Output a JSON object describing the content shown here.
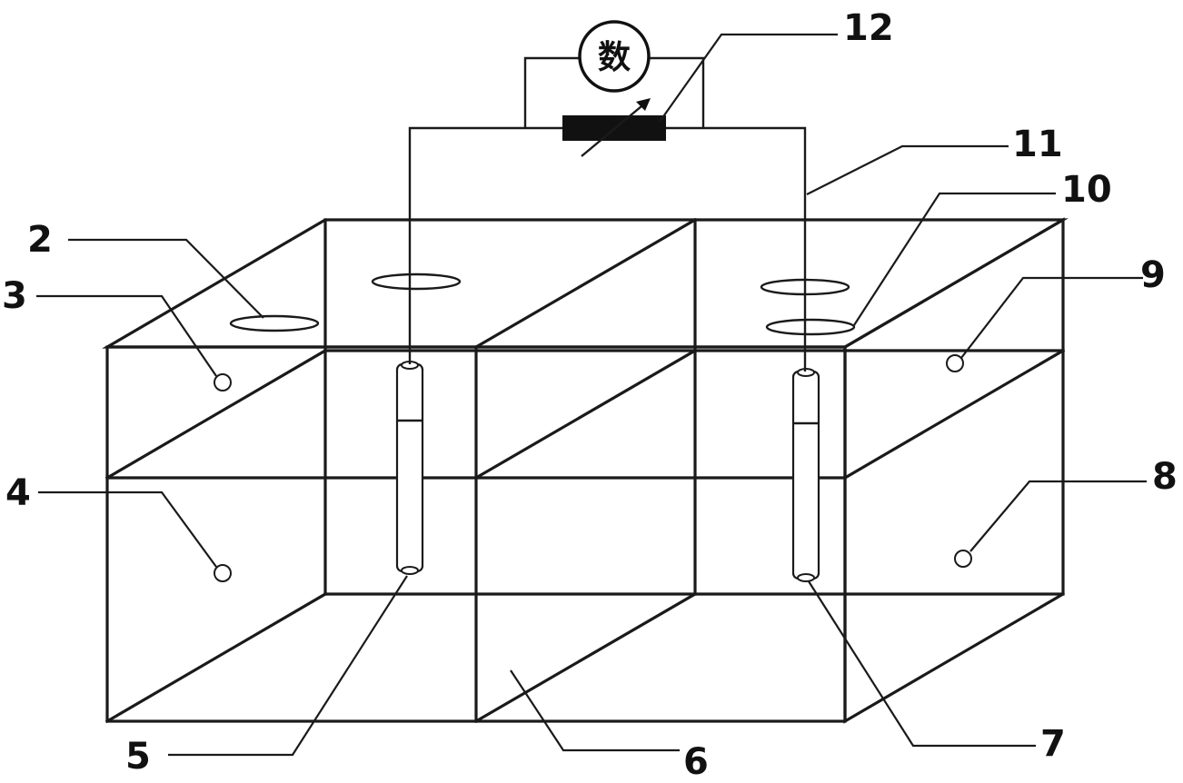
{
  "meter": {
    "glyph": "数"
  },
  "callouts": [
    {
      "id": "2",
      "text": "2"
    },
    {
      "id": "3",
      "text": "3"
    },
    {
      "id": "4",
      "text": "4"
    },
    {
      "id": "5",
      "text": "5"
    },
    {
      "id": "6",
      "text": "6"
    },
    {
      "id": "7",
      "text": "7"
    },
    {
      "id": "8",
      "text": "8"
    },
    {
      "id": "9",
      "text": "9"
    },
    {
      "id": "10",
      "text": "10"
    },
    {
      "id": "11",
      "text": "11"
    },
    {
      "id": "12",
      "text": "12"
    }
  ]
}
